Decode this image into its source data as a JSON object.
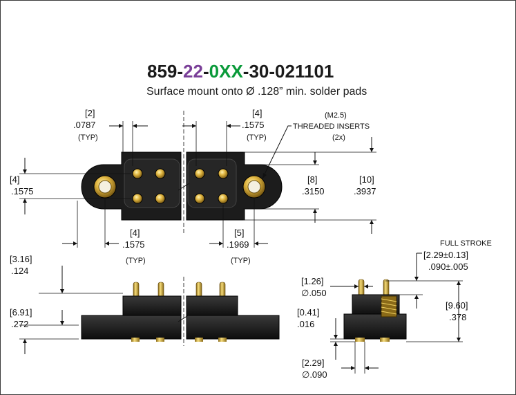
{
  "title": {
    "part_prefix": "859-",
    "part_pins": "22",
    "part_dash1": "-",
    "part_count": "0XX",
    "part_suffix": "-30-021101",
    "subtitle": "Surface mount onto Ø .128” min. solder pads",
    "colors": {
      "pins": "#7a3f98",
      "count": "#0a9a3a",
      "base": "#1a1a1a"
    }
  },
  "top_view": {
    "pitch_left": {
      "mm": "[2]",
      "inch": ".0787",
      "note": "(TYP)"
    },
    "pitch_right": {
      "mm": "[4]",
      "inch": ".1575",
      "note": "(TYP)"
    },
    "insert": {
      "spec": "(M2.5)",
      "label": "THREADED INSERTS",
      "qty": "(2x)"
    },
    "row_pitch": {
      "mm": "[4]",
      "inch": ".1575"
    },
    "height_inner": {
      "mm": "[8]",
      "inch": ".3150"
    },
    "height_outer": {
      "mm": "[10]",
      "inch": ".3937"
    },
    "edge_to_pin": {
      "mm": "[4]",
      "inch": ".1575",
      "note": "(TYP)"
    },
    "pin_to_insert": {
      "mm": "[5]",
      "inch": ".1969",
      "note": "(TYP)"
    }
  },
  "front_view": {
    "pin_height": {
      "mm": "[3.16]",
      "inch": ".124"
    },
    "body_height": {
      "mm": "[6.91]",
      "inch": ".272"
    }
  },
  "side_view": {
    "full_stroke": {
      "label": "FULL STROKE",
      "mm": "[2.29±0.13]",
      "inch": ".090±.005"
    },
    "tip_dia": {
      "mm": "[1.26]",
      "inch": "∅.050"
    },
    "overall_height": {
      "mm": "[9.60]",
      "inch": ".378"
    },
    "tail_height": {
      "mm": "[0.41]",
      "inch": ".016"
    },
    "tail_dia": {
      "mm": "[2.29]",
      "inch": "∅.090"
    }
  }
}
